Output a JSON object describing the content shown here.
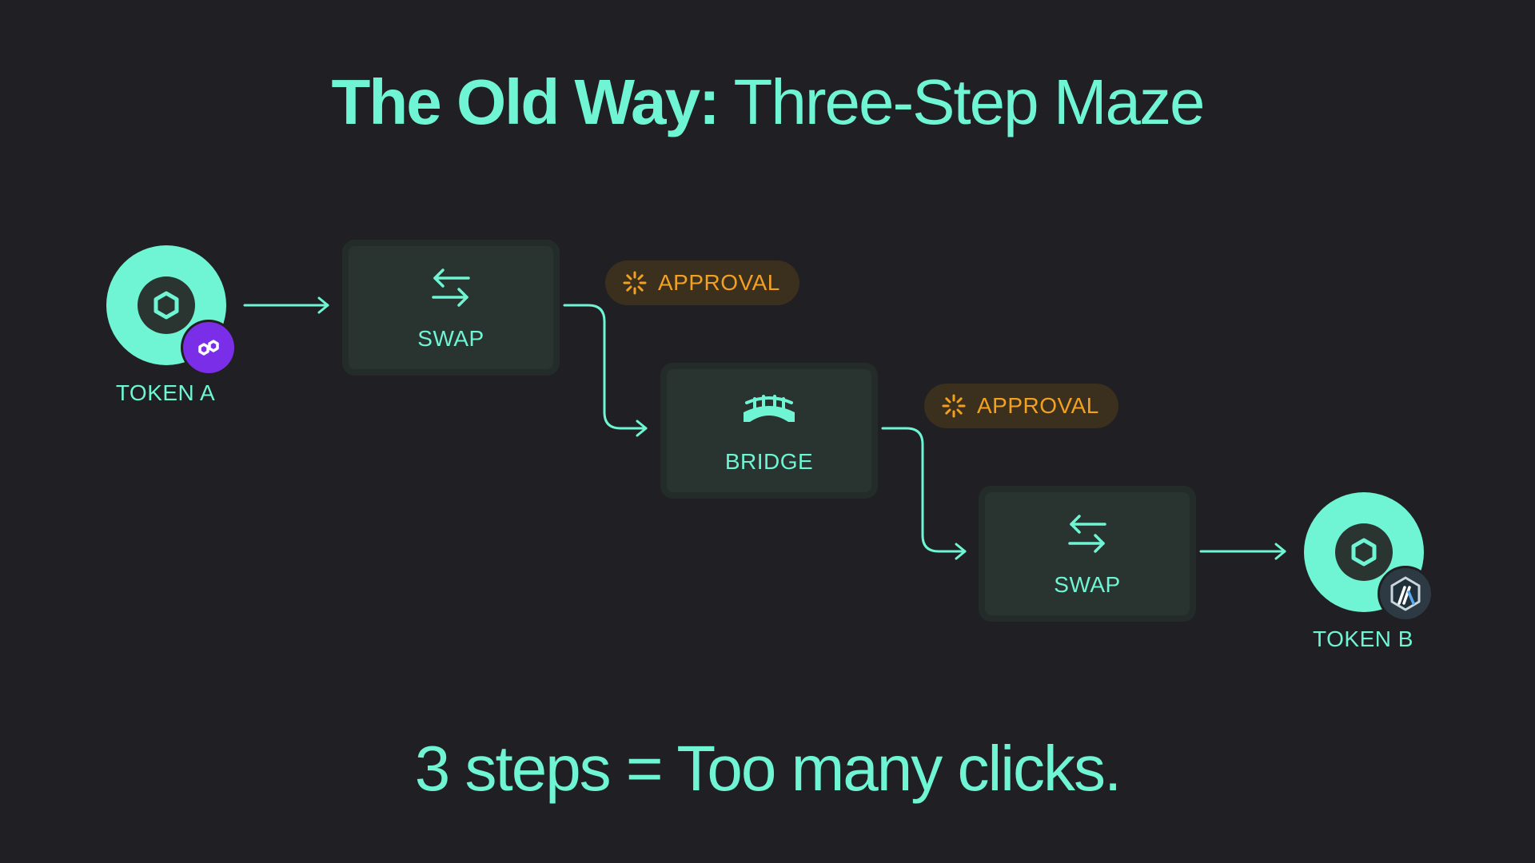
{
  "title": {
    "bold": "The Old Way:",
    "light": "Three-Step Maze"
  },
  "token_a": {
    "label": "TOKEN A",
    "icon": "hexagon-icon",
    "chain_badge": "polygon-icon",
    "badge_color": "#7b2ee8"
  },
  "token_b": {
    "label": "TOKEN B",
    "icon": "hexagon-icon",
    "chain_badge": "arbitrum-icon",
    "badge_color": "#2d3a44"
  },
  "steps": [
    {
      "label": "SWAP",
      "icon": "swap-arrows-icon"
    },
    {
      "label": "BRIDGE",
      "icon": "bridge-icon"
    },
    {
      "label": "SWAP",
      "icon": "swap-arrows-icon"
    }
  ],
  "approvals": [
    {
      "label": "APPROVAL",
      "icon": "spinner-icon"
    },
    {
      "label": "APPROVAL",
      "icon": "spinner-icon"
    }
  ],
  "footer": "3 steps = Too many clicks.",
  "colors": {
    "background": "#202024",
    "accent": "#6ff5d3",
    "card": "#29332f",
    "approval_text": "#f2a022",
    "approval_bg": "#3b2f1e"
  }
}
